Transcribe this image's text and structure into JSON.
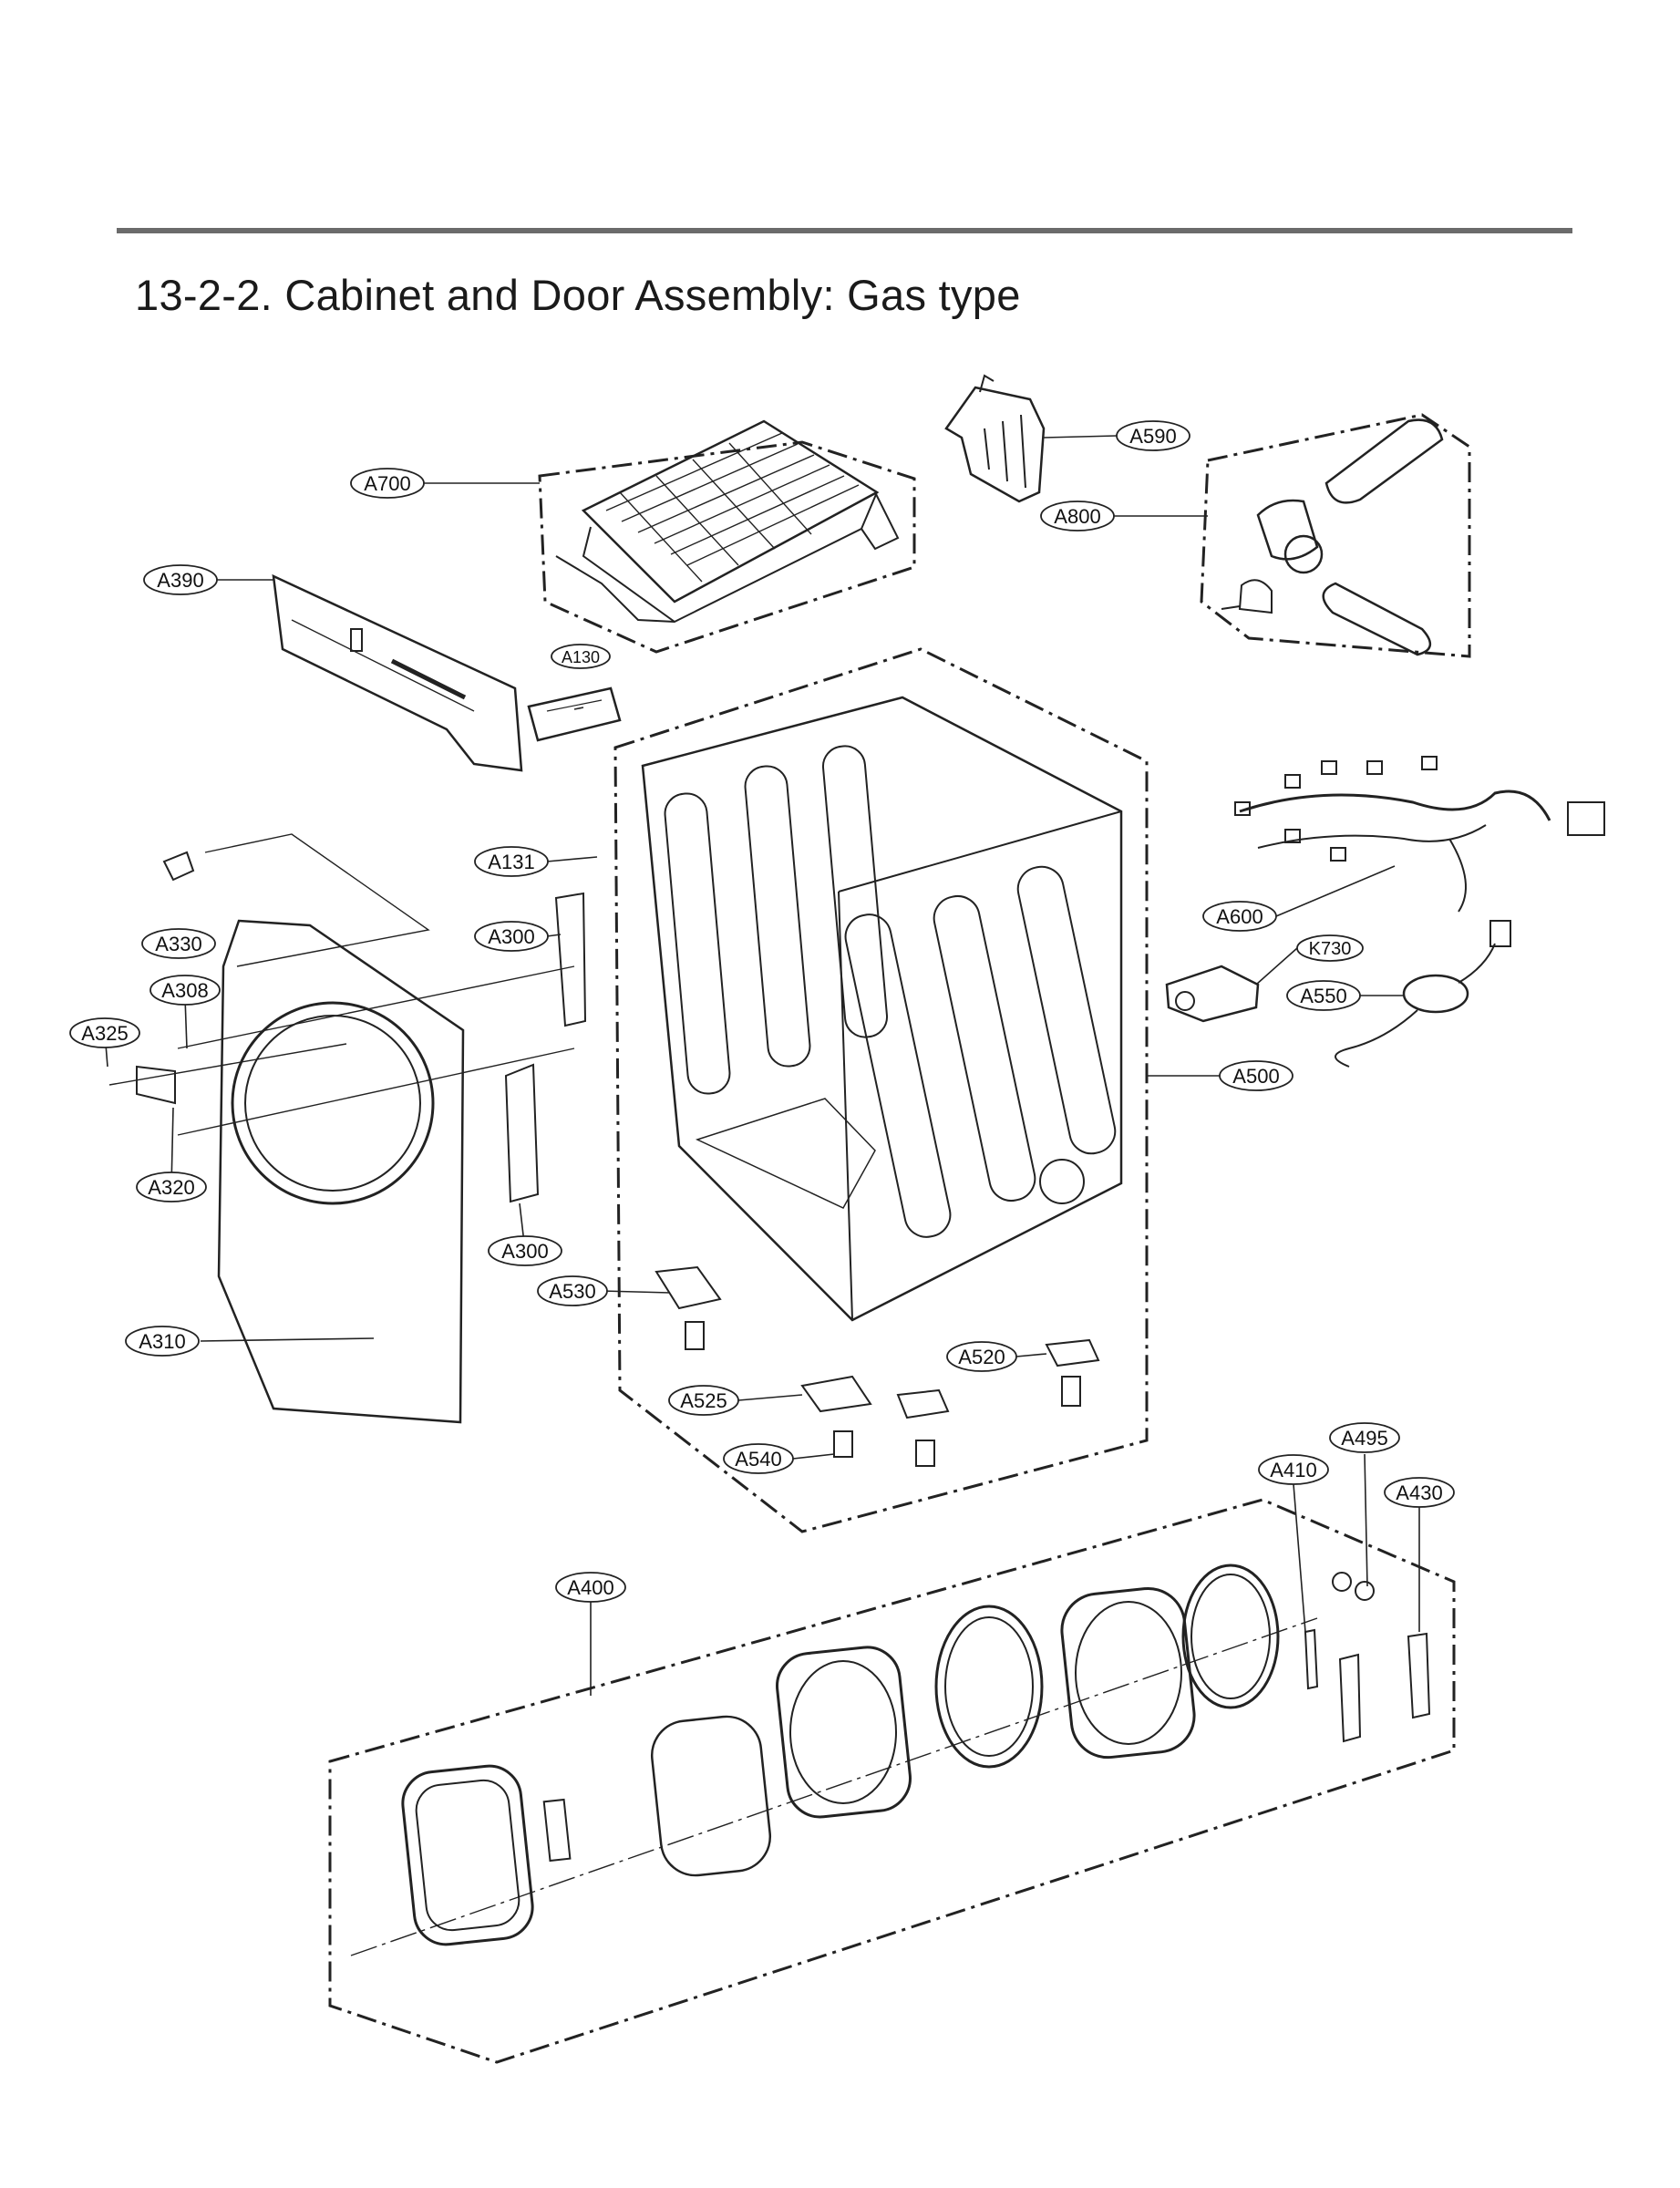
{
  "page": {
    "title": "13-2-2. Cabinet and Door Assembly: Gas type"
  },
  "callouts": {
    "A590": "A590",
    "A700": "A700",
    "A800": "A800",
    "A390": "A390",
    "A130": "A130",
    "A131": "A131",
    "A600": "A600",
    "K730": "K730",
    "A550": "A550",
    "A330": "A330",
    "A300_top": "A300",
    "A308": "A308",
    "A325": "A325",
    "A500": "A500",
    "A320": "A320",
    "A300_bottom": "A300",
    "A530": "A530",
    "A310": "A310",
    "A520": "A520",
    "A525": "A525",
    "A540": "A540",
    "A495": "A495",
    "A410": "A410",
    "A430": "A430",
    "A400": "A400"
  }
}
